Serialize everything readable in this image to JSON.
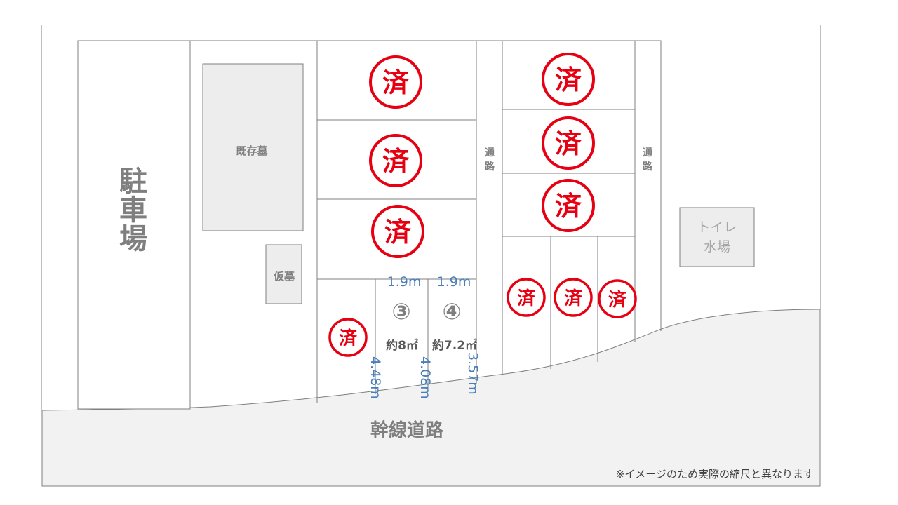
{
  "labels": {
    "parking": [
      "駐",
      "車",
      "場"
    ],
    "existing_grave": "既存墓",
    "temp_grave": "仮墓",
    "passage": [
      "通",
      "路"
    ],
    "toilet": [
      "トイレ",
      "水場"
    ],
    "main_road": "幹線道路",
    "note": "※イメージのため実際の縮尺と異なります"
  },
  "sold_mark": "済",
  "plots": [
    {
      "number": "③",
      "area": "約8㎡",
      "width": "1.9m",
      "depth": "4.48m"
    },
    {
      "number": "④",
      "area": "約7.2㎡",
      "width": "1.9m",
      "depth": "4.08m"
    }
  ],
  "extra_depth": "3.57m",
  "colors": {
    "sold": "#e60012",
    "dimension": "#4a7ebb",
    "text_gray": "#7f7f7f",
    "box_fill": "#ededed",
    "line": "#7f7f7f"
  }
}
